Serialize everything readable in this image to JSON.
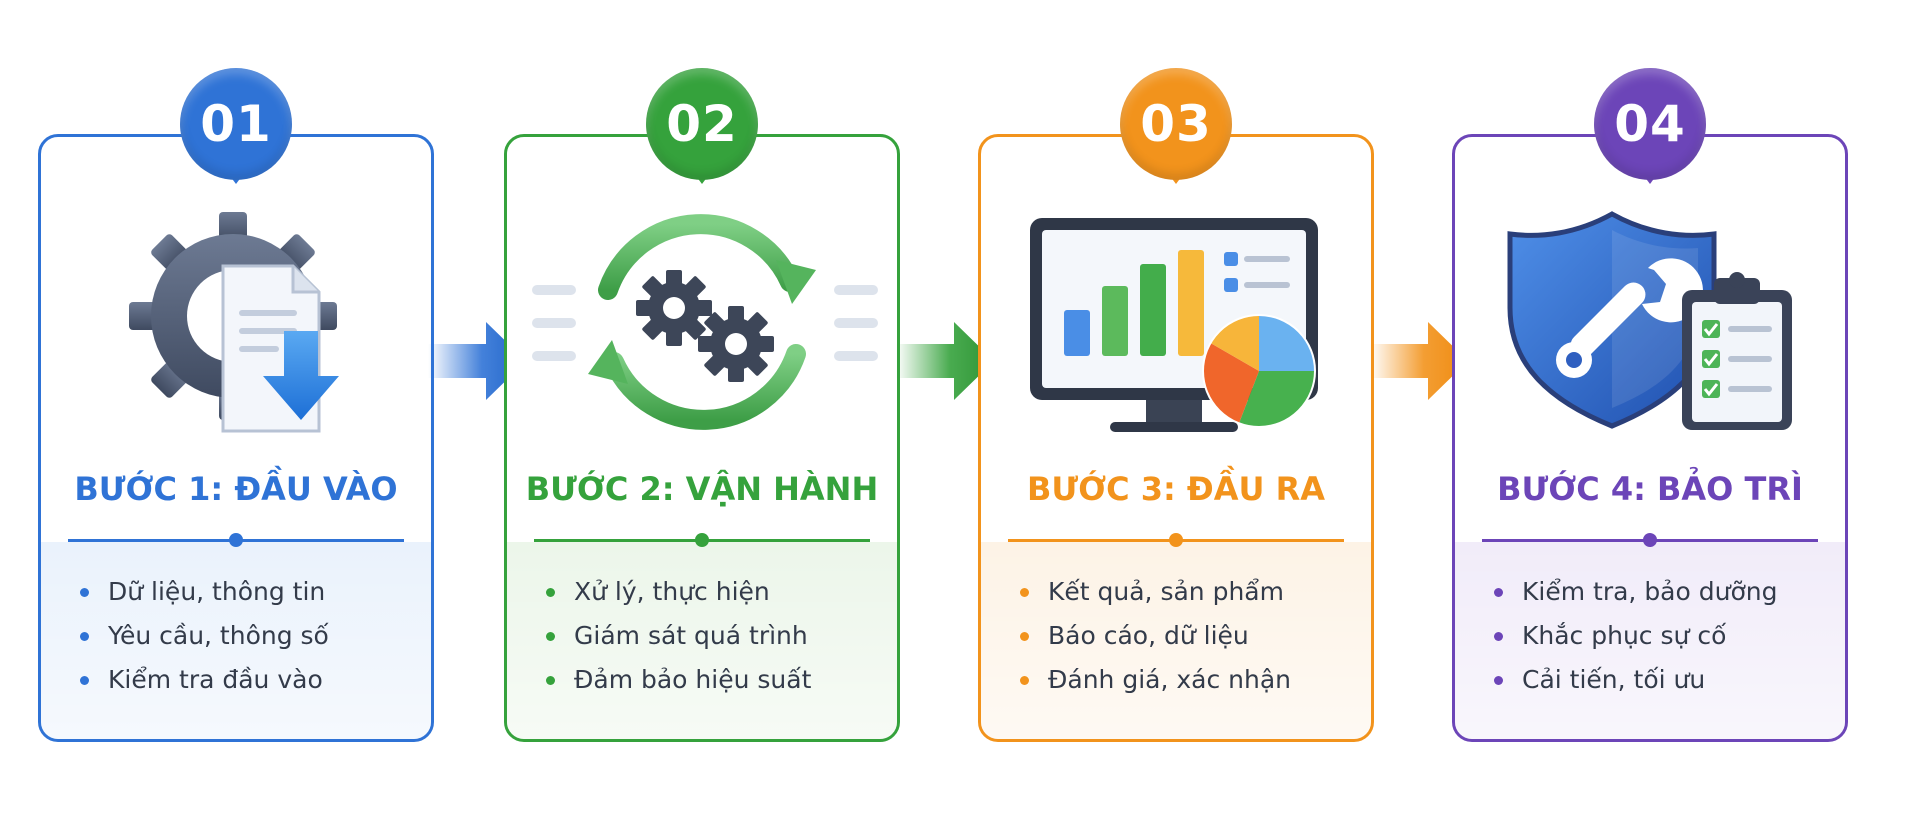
{
  "steps": [
    {
      "number": "01",
      "title": "BƯỚC 1: ĐẦU VÀO",
      "color": "#2f73d6",
      "light": "#eaf2fc",
      "icon": "gear-document-download-icon",
      "bullets": [
        "Dữ liệu, thông tin",
        "Yêu cầu, thông số",
        "Kiểm tra đầu vào"
      ]
    },
    {
      "number": "02",
      "title": "BƯỚC 2: VẬN HÀNH",
      "color": "#35a23c",
      "light": "#ecf6ea",
      "icon": "gears-cycle-icon",
      "bullets": [
        "Xử lý, thực hiện",
        "Giám sát quá trình",
        "Đảm bảo hiệu suất"
      ]
    },
    {
      "number": "03",
      "title": "BƯỚC 3: ĐẦU RA",
      "color": "#f2931c",
      "light": "#fdf3e6",
      "icon": "monitor-chart-icon",
      "bullets": [
        "Kết quả, sản phẩm",
        "Báo cáo, dữ liệu",
        "Đánh giá, xác nhận"
      ]
    },
    {
      "number": "04",
      "title": "BƯỚC 4: BẢO TRÌ",
      "color": "#6c45b8",
      "light": "#f1ecf9",
      "icon": "shield-wrench-checklist-icon",
      "bullets": [
        "Kiểm tra, bảo dưỡng",
        "Khắc phục sự cố",
        "Cải tiến, tối ưu"
      ]
    }
  ]
}
